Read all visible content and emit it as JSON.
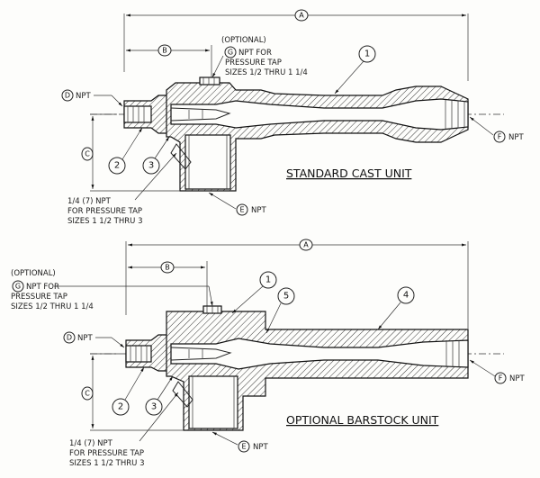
{
  "units": {
    "standard": {
      "caption": "STANDARD CAST UNIT",
      "optional_label": "(OPTIONAL)",
      "g_note_line1": "NPT FOR",
      "g_note_line2": "PRESSURE TAP",
      "g_note_line3": "SIZES 1/2 THRU 1 1/4",
      "tap_note_line1": "1/4 (7) NPT",
      "tap_note_line2": "FOR PRESSURE TAP",
      "tap_note_line3": "SIZES 1 1/2 THRU 3",
      "npt_d": "NPT",
      "npt_e": "NPT",
      "npt_f": "NPT"
    },
    "barstock": {
      "caption": "OPTIONAL BARSTOCK UNIT",
      "optional_label": "(OPTIONAL)",
      "g_note_line1": "NPT FOR",
      "g_note_line2": "PRESSURE TAP",
      "g_note_line3": "SIZES 1/2 THRU 1 1/4",
      "tap_note_line1": "1/4 (7) NPT",
      "tap_note_line2": "FOR PRESSURE TAP",
      "tap_note_line3": "SIZES 1 1/2 THRU 3",
      "npt_d": "NPT",
      "npt_e": "NPT",
      "npt_f": "NPT"
    }
  },
  "dimension_letters": {
    "a": "A",
    "b": "B",
    "c": "C",
    "d": "D",
    "e": "E",
    "f": "F",
    "g": "G"
  },
  "balloons": {
    "one": "1",
    "two": "2",
    "three": "3",
    "four": "4",
    "five": "5"
  }
}
